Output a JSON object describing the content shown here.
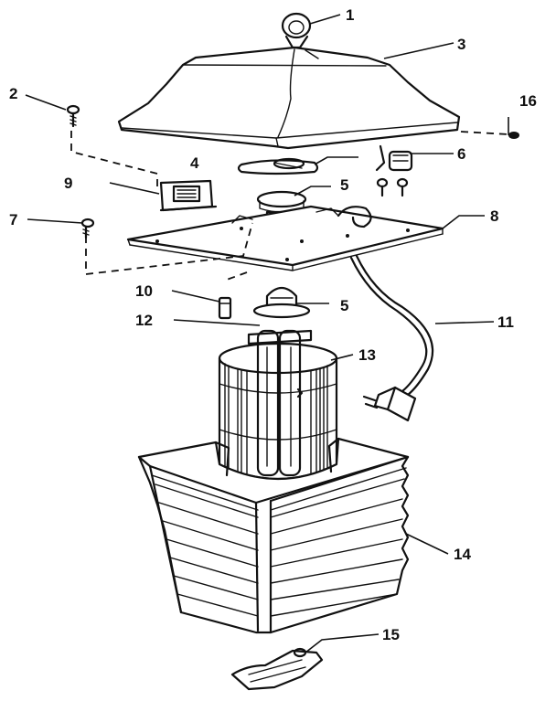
{
  "callouts": [
    {
      "id": "c1",
      "text": "1"
    },
    {
      "id": "c2",
      "text": "2"
    },
    {
      "id": "c3",
      "text": "3"
    },
    {
      "id": "c4",
      "text": "4"
    },
    {
      "id": "c5a",
      "text": "5"
    },
    {
      "id": "c5b",
      "text": "5"
    },
    {
      "id": "c6",
      "text": "6"
    },
    {
      "id": "c7",
      "text": "7"
    },
    {
      "id": "c8",
      "text": "8"
    },
    {
      "id": "c9",
      "text": "9"
    },
    {
      "id": "c10",
      "text": "10"
    },
    {
      "id": "c11",
      "text": "11"
    },
    {
      "id": "c12",
      "text": "12"
    },
    {
      "id": "c13",
      "text": "13"
    },
    {
      "id": "c14",
      "text": "14"
    },
    {
      "id": "c15",
      "text": "15"
    },
    {
      "id": "c16",
      "text": "16"
    }
  ]
}
